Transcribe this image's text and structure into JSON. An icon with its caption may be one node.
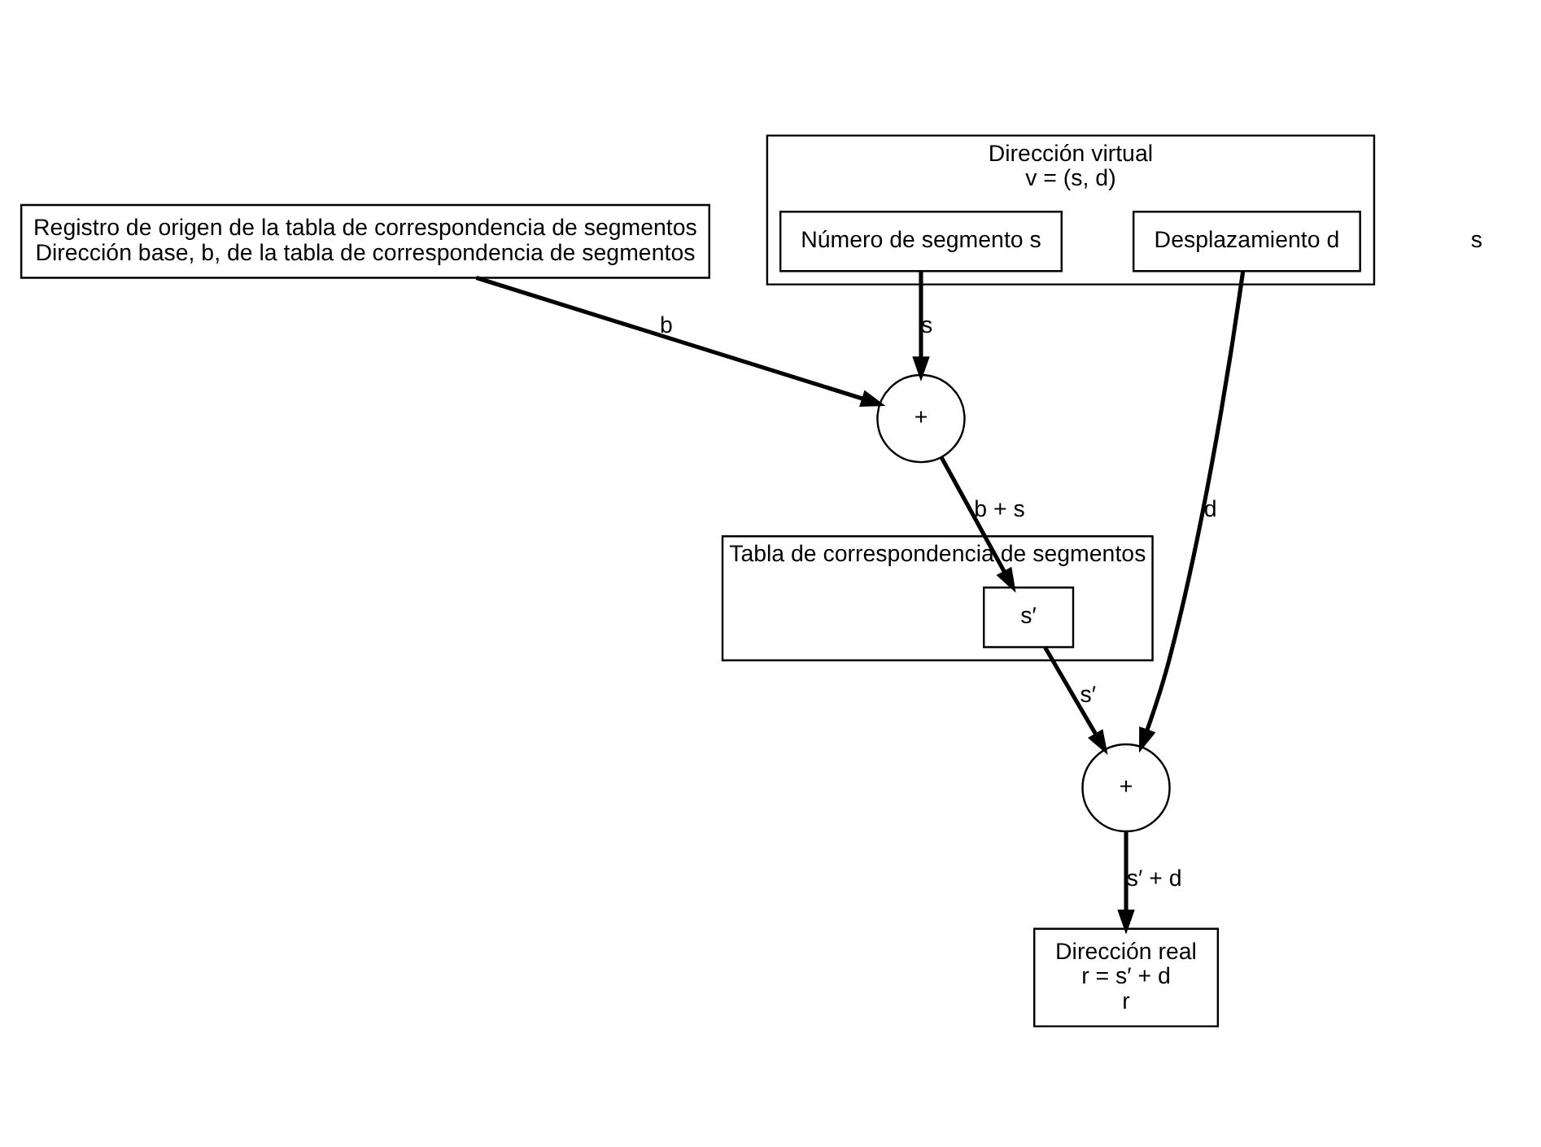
{
  "diagram": {
    "nodes": [
      {
        "text": [
          "Registro de origen de la tabla de correspondencia de segmentos",
          "Dirección base, b, de la tabla de correspondencia de segmentos"
        ]
      },
      {
        "text": [
          "+"
        ]
      },
      {
        "text": [
          "Dirección virtual",
          "v = (s, d)"
        ]
      },
      {
        "text": [
          "Número de segmento s"
        ],
        "in": 2
      },
      {
        "text": [
          "Desplazamiento d"
        ],
        "in": 2
      },
      {
        "text": [
          "Tabla de correspondencia de segmentos"
        ]
      },
      {
        "text": [
          "s′"
        ],
        "in": 5
      },
      {
        "text": [
          "+"
        ]
      },
      {
        "text": [
          "Dirección real",
          "r = s′ + d",
          "r"
        ]
      }
    ],
    "edges": [
      {
        "from": 0,
        "to": 1,
        "arrow": "to",
        "label": "b"
      },
      {
        "from": 3,
        "to": 1,
        "arrow": "to",
        "label": "s"
      },
      {
        "from": 1,
        "to": 6,
        "arrow": "to",
        "label": "b + s"
      },
      {
        "from": 6,
        "to": 7,
        "arrow": "to",
        "label": "s′"
      },
      {
        "from": 4,
        "to": 7,
        "arrow": "to",
        "label": "d"
      },
      {
        "from": 7,
        "to": 8,
        "arrow": "to",
        "label": "s′ + d"
      }
    ],
    "labels": [
      "s"
    ]
  }
}
